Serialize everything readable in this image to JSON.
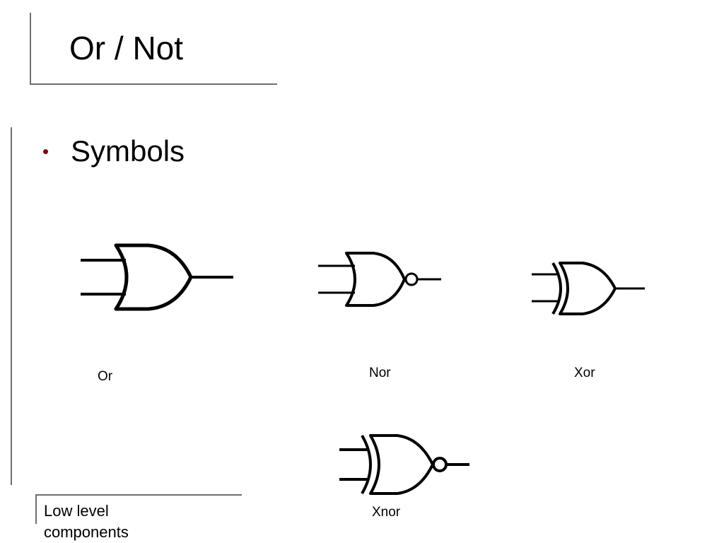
{
  "slide": {
    "title": "Or / Not",
    "bullets": [
      {
        "text": "Symbols"
      }
    ],
    "gates": [
      {
        "label": "Or"
      },
      {
        "label": "Nor"
      },
      {
        "label": "Xor"
      },
      {
        "label": "Xnor"
      }
    ],
    "footer": "Low level components"
  },
  "colors": {
    "bullet": "#8b0000",
    "frame": "#6f6f6f",
    "text": "#000000",
    "background": "#ffffff"
  }
}
